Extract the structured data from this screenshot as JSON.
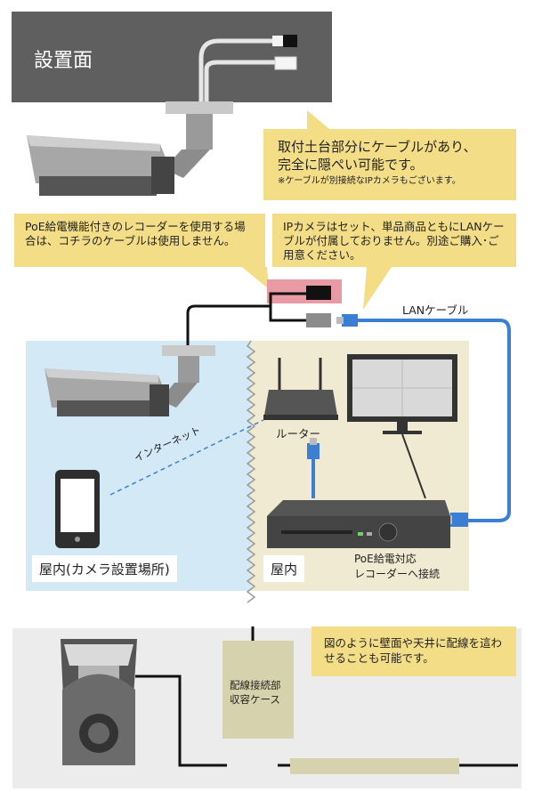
{
  "install_surface": {
    "label": "設置面"
  },
  "callouts": {
    "mount_cable": {
      "line1": "取付土台部分にケーブルがあり、",
      "line2": "完全に隠ぺい可能です。",
      "note": "※ケーブルが別接続なIPカメラもございます。"
    },
    "poe_recorder": {
      "text": "PoE給電機能付きのレコーダーを使用する場合は、コチラのケーブルは使用しません。"
    },
    "lan_not_included": {
      "text": "IPカメラはセット、単品商品ともにLANケーブルが付属しておりません。別途ご購入･ご用意ください。"
    },
    "wall_ceiling": {
      "text": "図のように壁面や天井に配線を這わせることも可能です。"
    }
  },
  "labels": {
    "lan_cable": "LANケーブル",
    "internet": "インターネット",
    "router": "ルーター",
    "indoor_camera_site": "屋内(カメラ設置場所)",
    "indoor": "屋内",
    "poe_recorder_line1": "PoE給電対応",
    "poe_recorder_line2": "レコーダーへ接続",
    "junction_box_line1": "配線接続部",
    "junction_box_line2": "収容ケース"
  },
  "colors": {
    "install_surface": "#5f5f5f",
    "callout": "#f3dd87",
    "indoor_left": "#d3e9f5",
    "indoor_right": "#f1ead2",
    "lan_cable": "#3b7fd4",
    "highlight": "#e89aa5",
    "junction_box": "#d6d2ae",
    "bottom_band": "#ececec"
  }
}
